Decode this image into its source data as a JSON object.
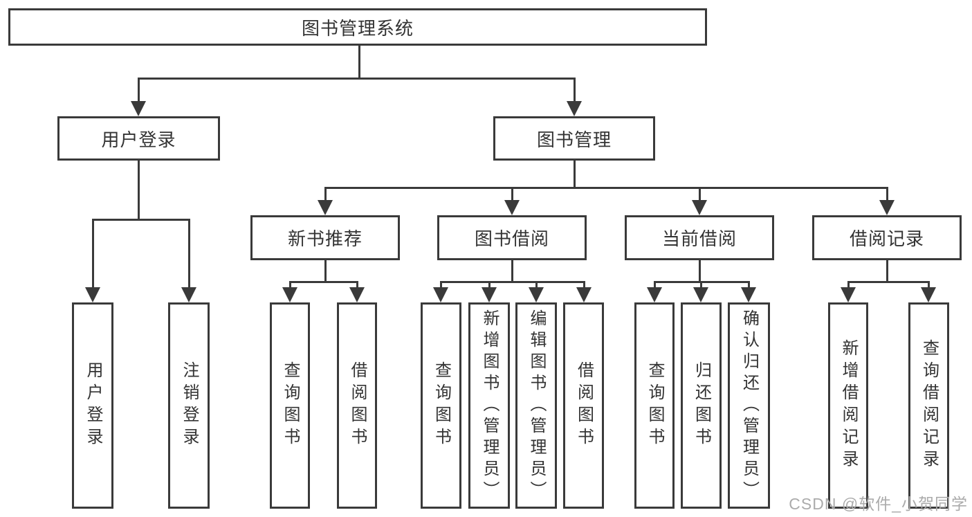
{
  "diagram": {
    "root": {
      "label": "图书管理系统"
    },
    "level2": [
      {
        "label": "用户登录"
      },
      {
        "label": "图书管理"
      }
    ],
    "level3": [
      {
        "label": "新书推荐"
      },
      {
        "label": "图书借阅"
      },
      {
        "label": "当前借阅"
      },
      {
        "label": "借阅记录"
      }
    ],
    "leaves": {
      "user_login": [
        "用户登录",
        "注销登录"
      ],
      "new_book_recommend": [
        "查询图书",
        "借阅图书"
      ],
      "book_borrow": [
        "查询图书",
        "新增图书（管理员）",
        "编辑图书（管理员）",
        "借阅图书"
      ],
      "current_borrow": [
        "查询图书",
        "归还图书",
        "确认归还（管理员）"
      ],
      "borrow_records": [
        "新增借阅记录",
        "查询借阅记录"
      ]
    }
  },
  "watermark": {
    "text": "CSDN @软件_小贺同学"
  },
  "colors": {
    "line": "#3a3a3a",
    "text": "#333333",
    "watermark": "#ababab",
    "background": "#ffffff"
  }
}
